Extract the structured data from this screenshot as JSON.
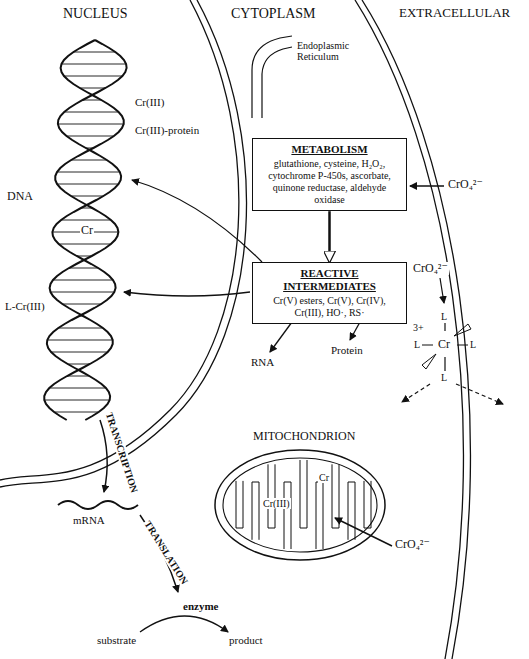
{
  "diagram": {
    "nodes": [
      {
        "text": [
          "METABOLISM",
          "glutathione, cysteine, H₂O₂, cytochrome P-450s, ascorbate, quinone reductase, aldehyde oxidase"
        ]
      },
      {
        "text": [
          "REACTIVE INTERMEDIATES",
          "Cr(V) esters, Cr(V), Cr(IV), Cr(III), HO·, RS·"
        ]
      }
    ],
    "edges": [
      {
        "from": 0,
        "to": 1,
        "arrow": "to"
      }
    ],
    "labels": [
      "NUCLEUS",
      "CYTOPLASM",
      "EXTRACELLULAR",
      "Endoplasmic Reticulum",
      "Cr(III)",
      "Cr(III)-protein",
      "DNA",
      "Cr",
      "L-Cr(III)",
      "CrO₄²⁻",
      "Protein",
      "RNA",
      "TRANSCRIPTION",
      "mRNA",
      "TRANSLATION",
      "enzyme",
      "substrate",
      "product",
      "CrO₄²⁻",
      "3+",
      "Cr",
      "L",
      "L",
      "L",
      "L",
      "MITOCHONDRION",
      "Cr(III)",
      "Cr",
      "CrO₄²⁻"
    ]
  }
}
